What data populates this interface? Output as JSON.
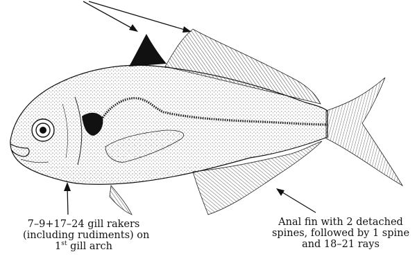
{
  "colors": {
    "ink": "#111111",
    "body_fill": "#ffffff",
    "background": "#ffffff"
  },
  "annotations": {
    "gill_rakers": {
      "line1": "7–9+17–24 gill rakers",
      "line2": "(including rudiments) on",
      "line3_prefix": "1",
      "line3_sup": "st",
      "line3_suffix": " gill arch"
    },
    "anal_fin": {
      "line1": "Anal fin with 2 detached",
      "line2": "spines, followed by 1 spine",
      "line3": "and 18–21 rays"
    }
  }
}
